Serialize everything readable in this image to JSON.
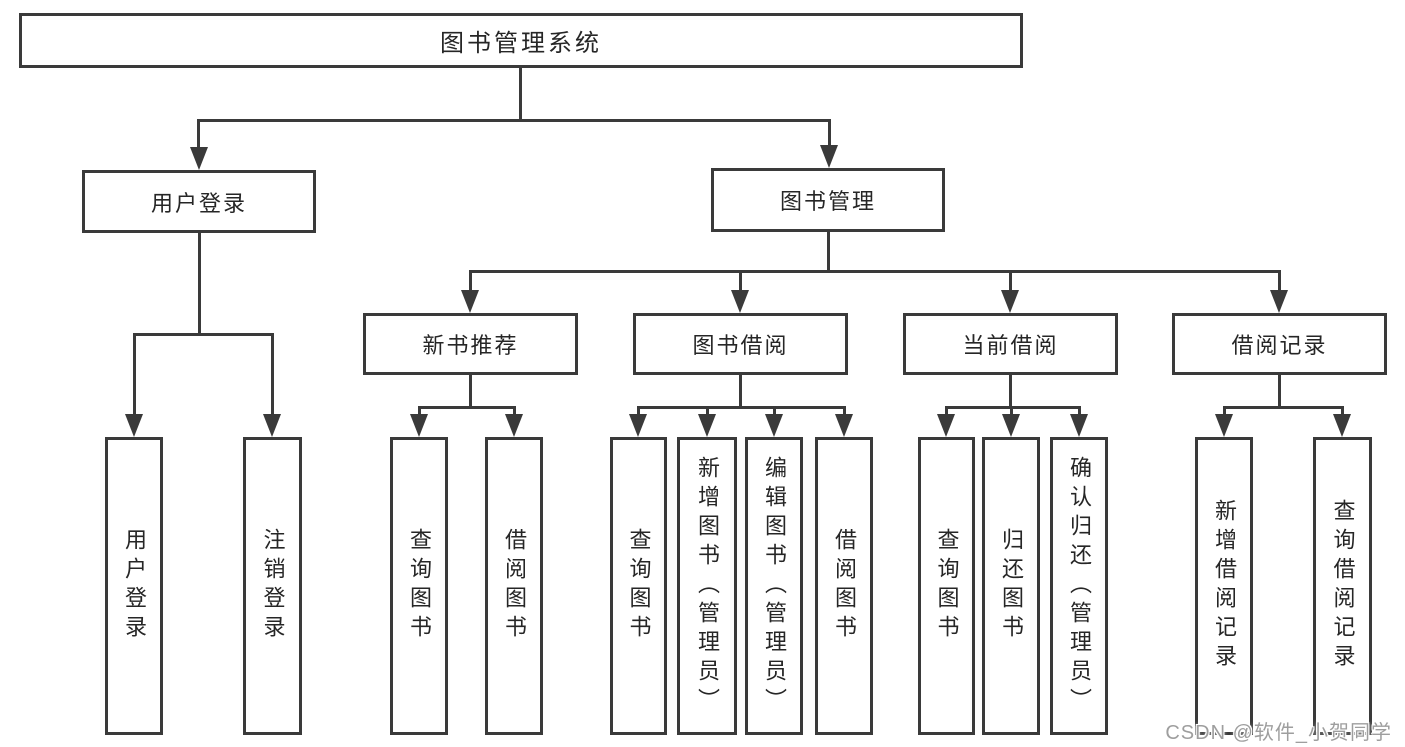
{
  "colors": {
    "line": "#3a3a3a",
    "text": "#262626",
    "watermark": "#9e9e9e",
    "bg": "#ffffff"
  },
  "watermark": "CSDN @软件_小贺同学",
  "diagram": {
    "type": "hierarchy-tree",
    "title": "图书管理系统",
    "nodes": {
      "root": "图书管理系统",
      "user_login": "用户登录",
      "book_mgmt": "图书管理",
      "new_book_rec": "新书推荐",
      "book_borrow": "图书借阅",
      "current_borrow": "当前借阅",
      "borrow_records": "借阅记录",
      "leaf_user_login": "用户登录",
      "leaf_logout": "注销登录",
      "leaf_query_book_rec": "查询图书",
      "leaf_borrow_book_rec": "借阅图书",
      "leaf_query_book_borrow": "查询图书",
      "leaf_add_book": "新增图书（管理员）",
      "leaf_edit_book": "编辑图书（管理员）",
      "leaf_borrow_book_borrow": "借阅图书",
      "leaf_query_book_current": "查询图书",
      "leaf_return_book": "归还图书",
      "leaf_confirm_return": "确认归还（管理员）",
      "leaf_add_borrow_record": "新增借阅记录",
      "leaf_query_borrow_record": "查询借阅记录"
    },
    "structure": [
      {
        "parent": "图书管理系统",
        "children": [
          "用户登录",
          "图书管理"
        ]
      },
      {
        "parent": "用户登录",
        "children": [
          "用户登录",
          "注销登录"
        ]
      },
      {
        "parent": "图书管理",
        "children": [
          "新书推荐",
          "图书借阅",
          "当前借阅",
          "借阅记录"
        ]
      },
      {
        "parent": "新书推荐",
        "children": [
          "查询图书",
          "借阅图书"
        ]
      },
      {
        "parent": "图书借阅",
        "children": [
          "查询图书",
          "新增图书（管理员）",
          "编辑图书（管理员）",
          "借阅图书"
        ]
      },
      {
        "parent": "当前借阅",
        "children": [
          "查询图书",
          "归还图书",
          "确认归还（管理员）"
        ]
      },
      {
        "parent": "借阅记录",
        "children": [
          "新增借阅记录",
          "查询借阅记录"
        ]
      }
    ]
  }
}
